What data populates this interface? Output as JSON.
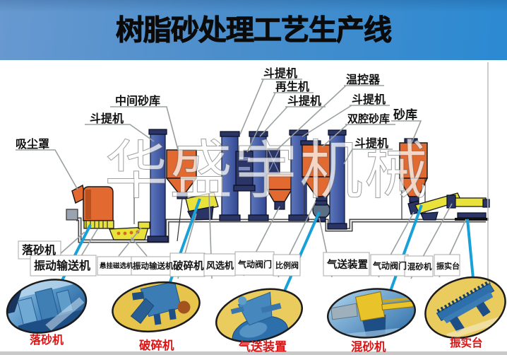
{
  "title": "树脂砂处理工艺生产线",
  "watermark": "华盛宇机械",
  "colors": {
    "banner_blue_left": "#6899d0",
    "banner_blue_right": "#2b8ad2",
    "machine_orange": "#e2692f",
    "column_blue": "#4a62a8",
    "machine_yellow": "#e8e23a",
    "connector_cyan": "#18a0d8",
    "oval_label_red": "#d91515",
    "label_black": "#111111"
  },
  "top_labels": [
    "吸尘罩",
    "斗提机",
    "中间砂库",
    "斗提机",
    "再生机",
    "斗提机",
    "温控器",
    "斗提机",
    "双腔砂库",
    "砂库",
    "斗提机"
  ],
  "bottom_labels": [
    "落砂机",
    "振动输送机",
    "悬挂磁选机",
    "振动输送机",
    "破碎机",
    "风选机",
    "气动阀门",
    "比例阀",
    "气送装置",
    "气动阀门",
    "混砂机",
    "振实台"
  ],
  "oval_labels": [
    "落砂机",
    "破碎机",
    "气送装置",
    "混砂机",
    "振实台"
  ]
}
